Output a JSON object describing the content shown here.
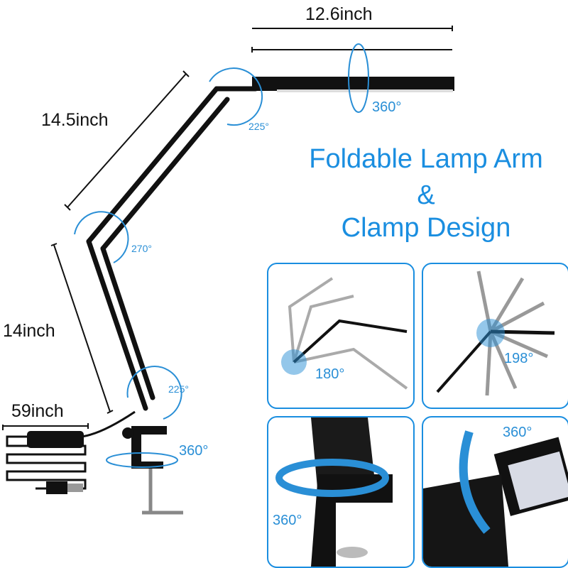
{
  "dimensions": {
    "head_length": "12.6inch",
    "upper_arm": "14.5inch",
    "lower_arm": "14inch",
    "cable": "59inch"
  },
  "rotations": {
    "head": "360°",
    "head_joint": "225°",
    "elbow": "270°",
    "base_joint": "225°",
    "clamp": "360°"
  },
  "headline": {
    "line1": "Foldable Lamp Arm",
    "line2": "&",
    "line3": "Clamp Design"
  },
  "panels": [
    {
      "label": "180°"
    },
    {
      "label": "198°"
    },
    {
      "label": "360°"
    },
    {
      "label": "360°"
    }
  ],
  "colors": {
    "accent": "#1a8ee0",
    "lamp": "#111111"
  }
}
